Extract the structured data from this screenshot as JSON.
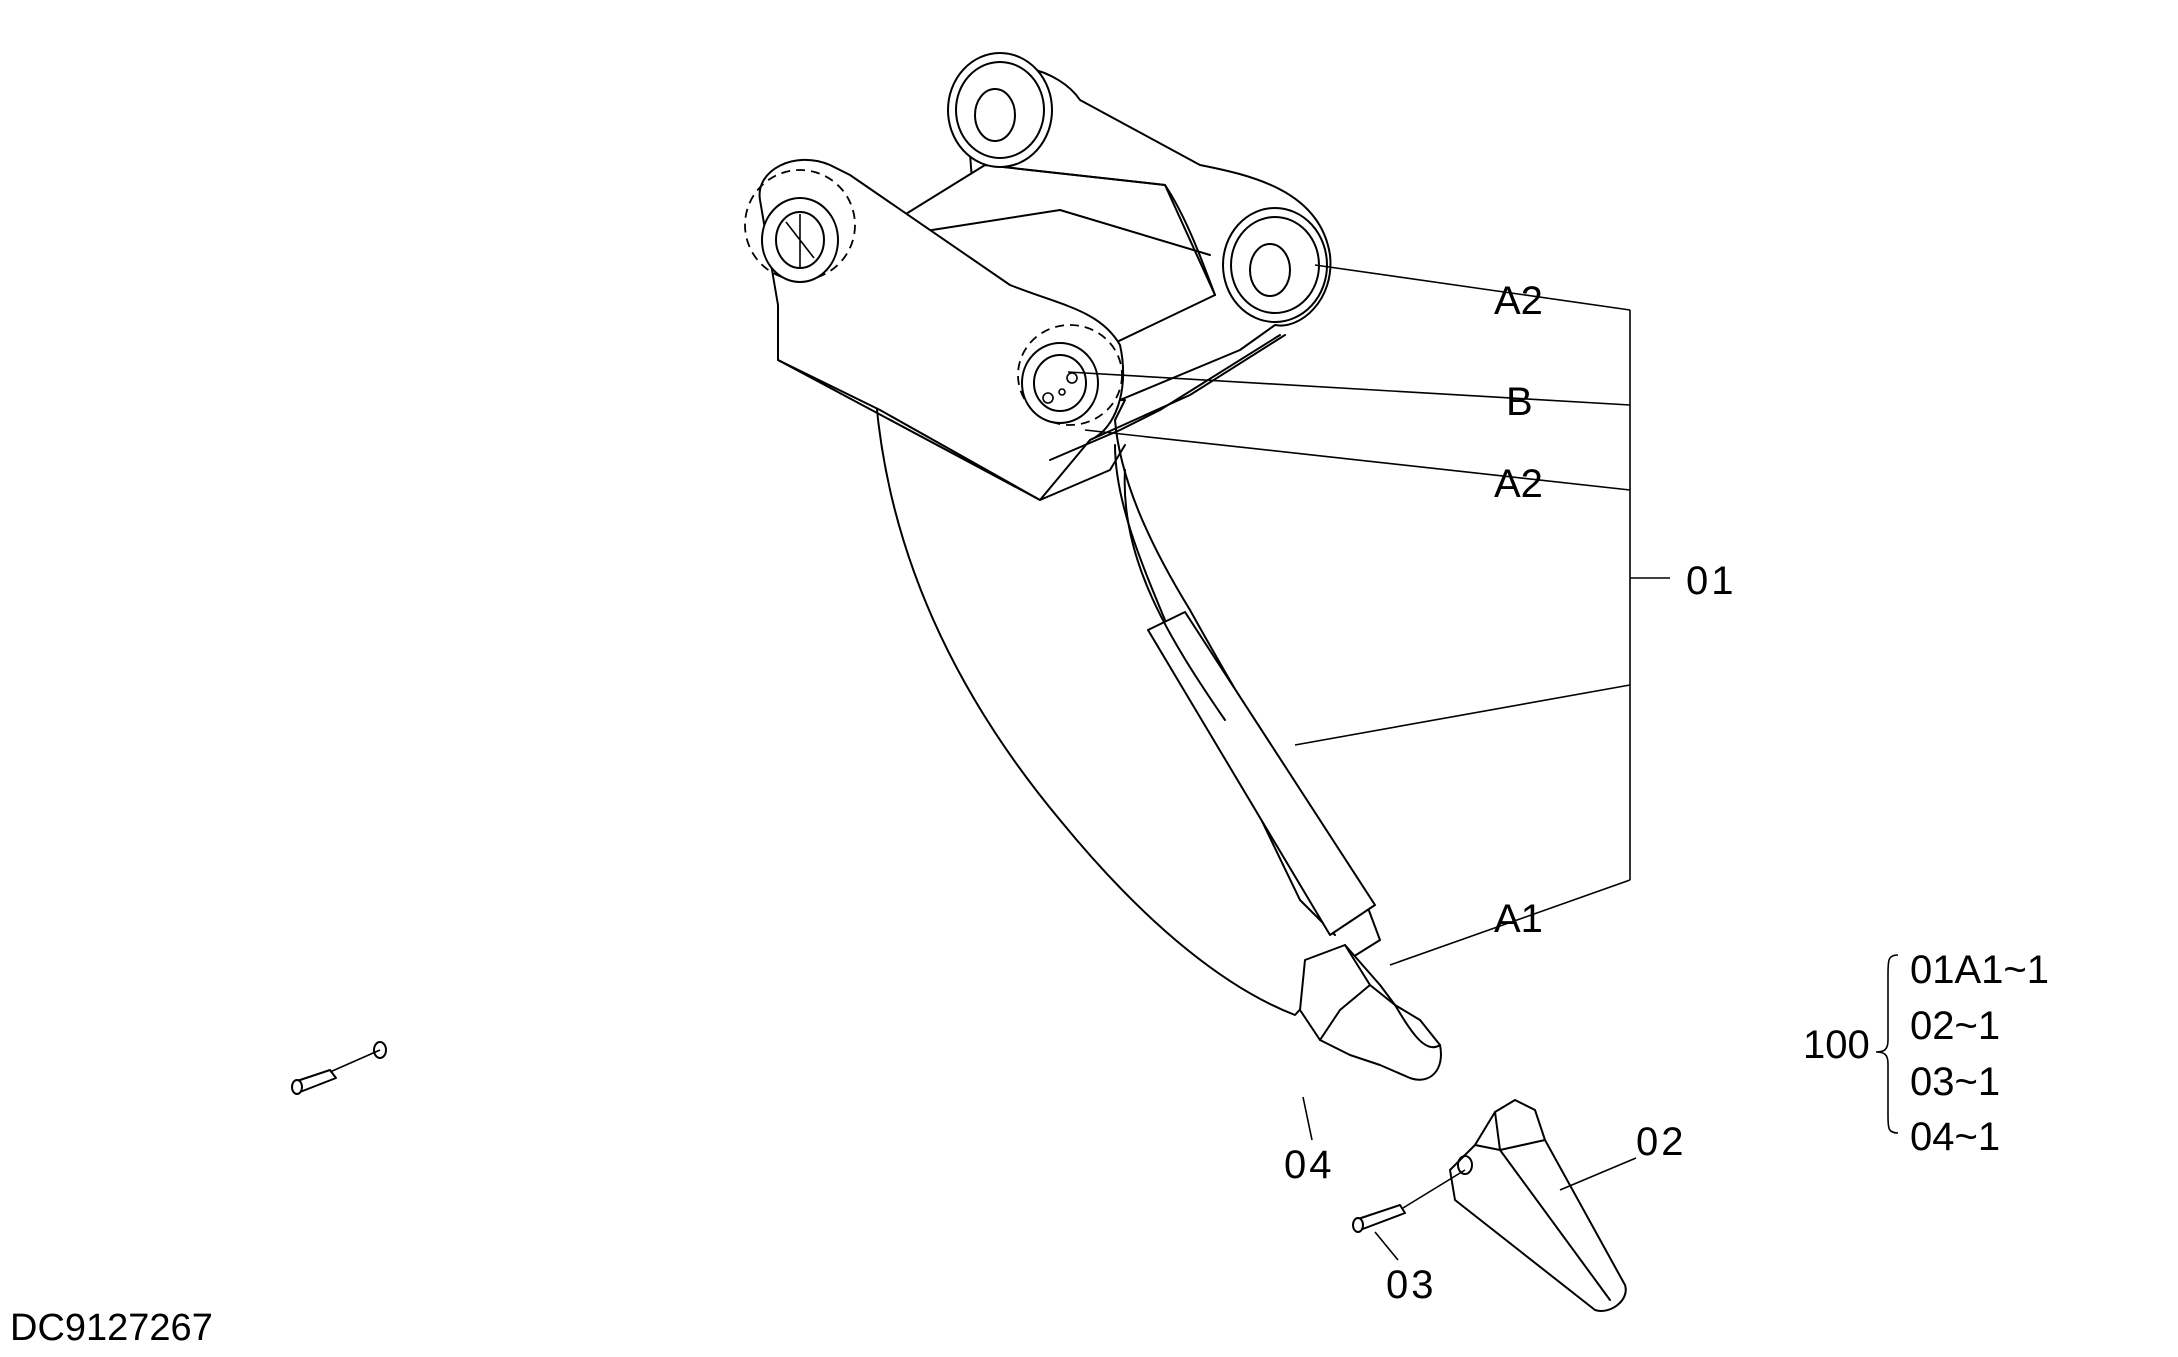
{
  "diagram_id": "DC9127267",
  "callouts": {
    "a2_top": "A2",
    "b": "B",
    "a2_mid": "A2",
    "a1": "A1",
    "part_01": "01",
    "part_02": "02",
    "part_03": "03",
    "part_04": "04"
  },
  "assembly": {
    "number": "100",
    "items": [
      "01A1~1",
      "02~1",
      "03~1",
      "04~1"
    ]
  }
}
